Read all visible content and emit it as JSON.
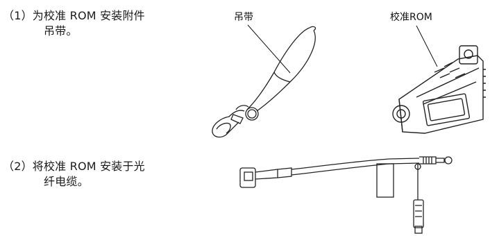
{
  "steps": [
    {
      "number": "（1）",
      "line1": "为校准 ROM 安装附件",
      "line2": "吊带。"
    },
    {
      "number": "（2）",
      "line1": "将校准 ROM 安装于光",
      "line2": "纤电缆。"
    }
  ],
  "callouts": {
    "strap": "吊带",
    "rom": "校准ROM"
  }
}
